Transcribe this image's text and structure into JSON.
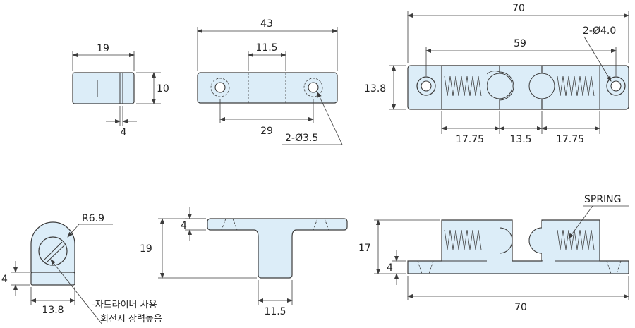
{
  "diagram": {
    "type": "technical-drawing",
    "subject": "spring ball catch dimensional drawing",
    "colors": {
      "part_fill": "#dcedf8",
      "line": "#3c3c3c",
      "hole": "#ffffff"
    },
    "views": {
      "side_small": {
        "width": "19",
        "height": "10",
        "slot_width": "4"
      },
      "top_small": {
        "length": "43",
        "center_width": "11.5",
        "hole_pitch": "29",
        "hole_callout": "2-Ø3.5"
      },
      "top_large": {
        "length": "70",
        "hole_pitch": "59",
        "height": "13.8",
        "hole_callout": "2-Ø4.0",
        "seg_left": "17.75",
        "seg_mid": "13.5",
        "seg_right": "17.75"
      },
      "end_view": {
        "radius": "R6.9",
        "base_height": "4",
        "width": "13.8",
        "note_line1": "-자드라이버 사용",
        "note_line2": "회전시 장력높음"
      },
      "t_section": {
        "flange_thickness": "4",
        "height": "19",
        "stem_width": "11.5"
      },
      "side_large": {
        "spring_label": "SPRING",
        "height": "17",
        "base_height": "4",
        "length": "70"
      }
    }
  }
}
